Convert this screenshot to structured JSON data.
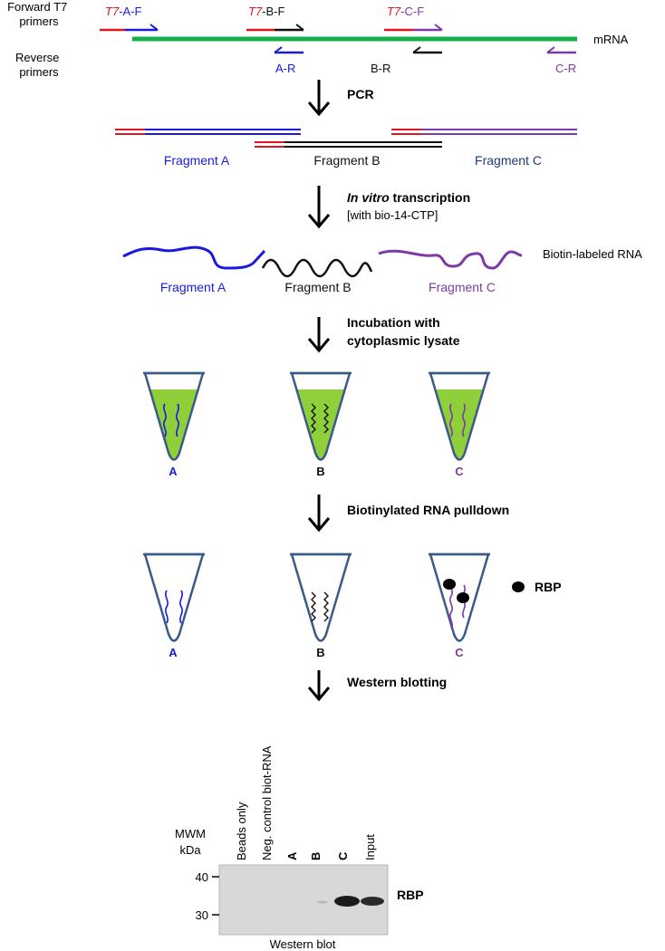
{
  "colors": {
    "fragment_a": "#1a1adf",
    "fragment_b": "#111111",
    "fragment_c": "#7b3aa8",
    "t7": "#e0161f",
    "mrna": "#14b04a",
    "fragment_c_label": "#1f3a7a",
    "lysate": "#8fd03a",
    "tube": "#3a5a8a"
  },
  "primers": {
    "forward_label": "Forward T7\nprimers",
    "reverse_label": "Reverse\nprimers",
    "t7_prefix": "T7",
    "forward": [
      "-A-F",
      "-B-F",
      "-C-F"
    ],
    "reverse": [
      "A-R",
      "B-R",
      "C-R"
    ],
    "mrna_label": "mRNA"
  },
  "steps": {
    "pcr": "PCR",
    "ivt_italic": "In vitro",
    "ivt_rest": " transcription",
    "ivt_sub": "[with bio-14-CTP]",
    "incubation": [
      "Incubation with",
      "cytoplasmic lysate"
    ],
    "pulldown": "Biotinylated RNA pulldown",
    "western": "Western blotting"
  },
  "fragments": {
    "pcr_labels": [
      "Fragment A",
      "Fragment B",
      "Fragment C"
    ],
    "rna_labels": [
      "Fragment A",
      "Fragment B",
      "Fragment C"
    ],
    "rna_note": "Biotin-labeled RNA"
  },
  "tubes": {
    "labels": [
      "A",
      "B",
      "C"
    ],
    "rbp_label": "RBP"
  },
  "blot": {
    "mwm": "MWM",
    "kda": "kDa",
    "lanes": [
      "Beads only",
      "Neg. control biot-RNA",
      "A",
      "B",
      "C",
      "Input"
    ],
    "markers": [
      40,
      30
    ],
    "band_label": "RBP",
    "caption": "Western blot"
  }
}
